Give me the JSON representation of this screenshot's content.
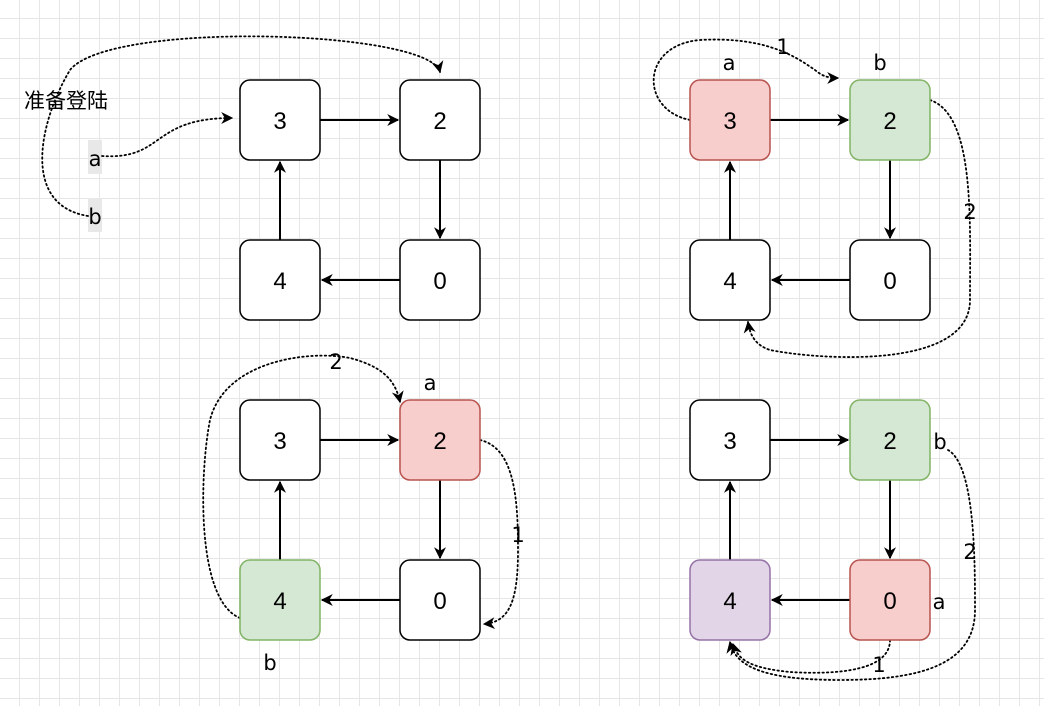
{
  "title_label": "准备登陆",
  "pointer_a": "a",
  "pointer_b": "b",
  "colors": {
    "default_fill": "#ffffff",
    "default_stroke": "#000000",
    "red_fill": "#f8cecc",
    "red_stroke": "#b85450",
    "green_fill": "#d5e8d4",
    "green_stroke": "#82b366",
    "purple_fill": "#e1d5e7",
    "purple_stroke": "#9673a6"
  },
  "panels": [
    {
      "nodes": [
        {
          "label": "3",
          "color": "default"
        },
        {
          "label": "2",
          "color": "default"
        },
        {
          "label": "0",
          "color": "default"
        },
        {
          "label": "4",
          "color": "default"
        }
      ],
      "step_labels": []
    },
    {
      "nodes": [
        {
          "label": "3",
          "color": "red"
        },
        {
          "label": "2",
          "color": "green"
        },
        {
          "label": "0",
          "color": "default"
        },
        {
          "label": "4",
          "color": "default"
        }
      ],
      "step_labels": [
        "1",
        "2"
      ]
    },
    {
      "nodes": [
        {
          "label": "3",
          "color": "default"
        },
        {
          "label": "2",
          "color": "red"
        },
        {
          "label": "0",
          "color": "default"
        },
        {
          "label": "4",
          "color": "green"
        }
      ],
      "step_labels": [
        "2",
        "1"
      ]
    },
    {
      "nodes": [
        {
          "label": "3",
          "color": "default"
        },
        {
          "label": "2",
          "color": "green"
        },
        {
          "label": "0",
          "color": "red"
        },
        {
          "label": "4",
          "color": "purple"
        }
      ],
      "step_labels": [
        "2",
        "1"
      ]
    }
  ]
}
